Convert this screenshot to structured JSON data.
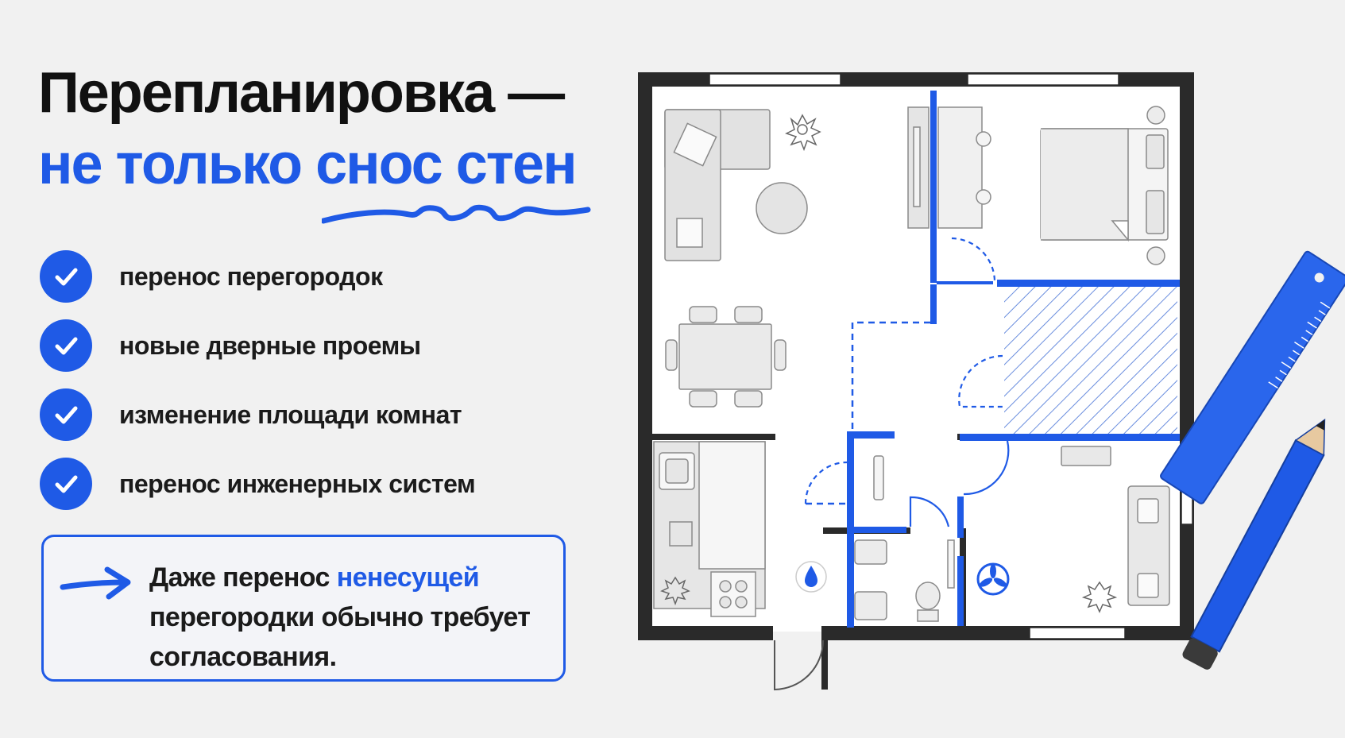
{
  "heading": {
    "line1": "Перепланировка —",
    "line2": "не только снос стен"
  },
  "checklist": [
    {
      "label": "перенос перегородок"
    },
    {
      "label": "новые дверные проемы"
    },
    {
      "label": "изменение площади комнат"
    },
    {
      "label": "перенос инженерных систем"
    }
  ],
  "note": {
    "part1": "Даже перенос ",
    "highlight": "ненесущей",
    "part2": "перегородки обычно требует согласования."
  },
  "colors": {
    "accent": "#1f5ae6",
    "text": "#111111",
    "wall": "#2a2a2a",
    "background": "#f1f1f1"
  },
  "icons": [
    "check-icon",
    "arrow-right-icon",
    "water-drop-icon",
    "fan-icon",
    "ruler-icon",
    "pencil-icon",
    "plant-icon"
  ]
}
